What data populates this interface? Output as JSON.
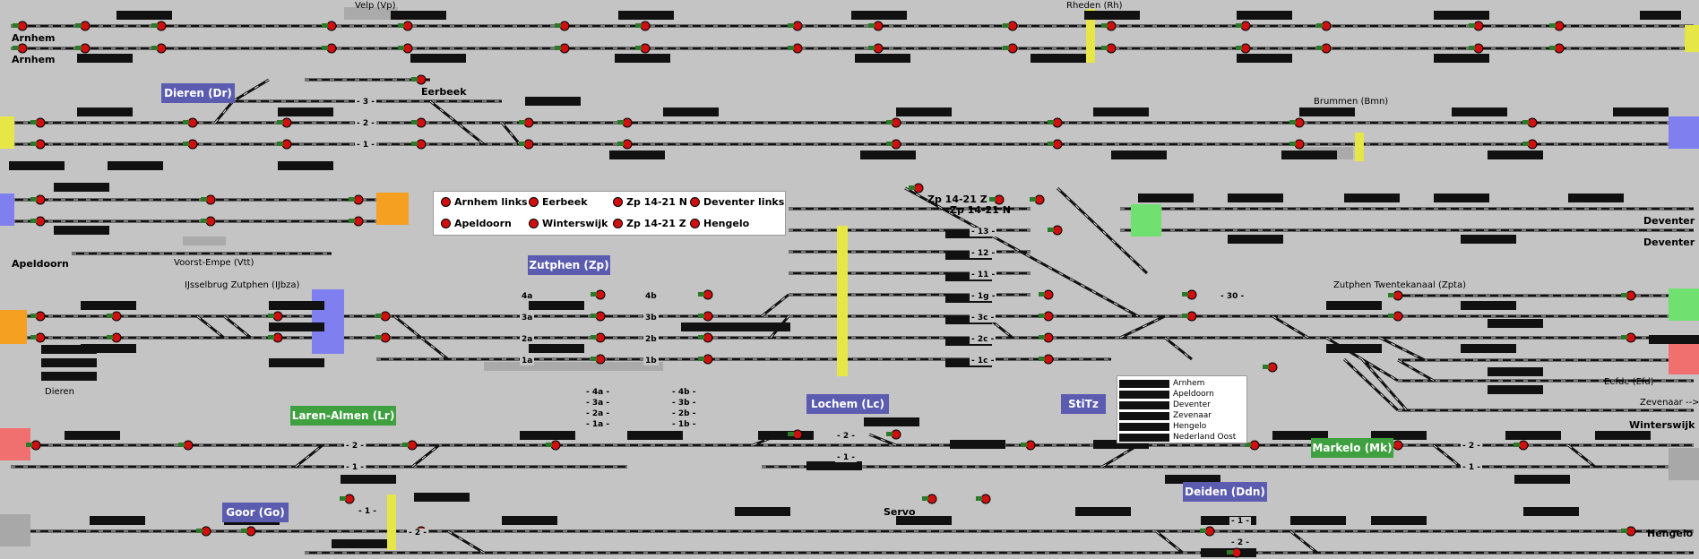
{
  "colors": {
    "station_blue": "#5b5bb0",
    "station_green": "#3fa040",
    "section_yellow": "#e6e646",
    "exit_orange": "#f5a020",
    "exit_blue": "#7f7ff0",
    "exit_green": "#70e070",
    "exit_red": "#f07070",
    "track": "#111111",
    "signal_red": "#d01010"
  },
  "stations": [
    {
      "id": "dieren",
      "label": "Dieren (Dr)",
      "color": "blue"
    },
    {
      "id": "zutphen",
      "label": "Zutphen (Zp)",
      "color": "blue"
    },
    {
      "id": "laren",
      "label": "Laren-Almen (Lr)",
      "color": "green"
    },
    {
      "id": "goor",
      "label": "Goor (Go)",
      "color": "blue"
    },
    {
      "id": "lochem",
      "label": "Lochem (Lc)",
      "color": "blue"
    },
    {
      "id": "deiden",
      "label": "Deiden (Ddn)",
      "color": "blue"
    },
    {
      "id": "markelo",
      "label": "Markelo (Mk)",
      "color": "green"
    },
    {
      "id": "stitz",
      "label": "StiTz",
      "color": "blue"
    }
  ],
  "labels": {
    "velp": "Velp (Vp)",
    "rheden": "Rheden (Rh)",
    "brummen": "Brummen (Bmn)",
    "voorst": "Voorst-Empe (Vtt)",
    "ijsselbrug": "IJsselbrug Zutphen (IJbza)",
    "twentekanaal": "Zutphen Twentekanaal (Zpta)",
    "eefde": "Eefde (Efd)",
    "dieren_small": "Dieren",
    "eerbeek": "Eerbeek",
    "servo": "Servo",
    "zp1421z": "Zp 14-21 Z",
    "zp1421n": "Zp 14-21 N",
    "zevenaar": "Zevenaar -->"
  },
  "endpoints": {
    "arnhem1": "Arnhem",
    "arnhem2": "Arnhem",
    "apeldoorn": "Apeldoorn",
    "deventer1": "Deventer",
    "deventer2": "Deventer",
    "winterswijk": "Winterswijk",
    "hengelo": "Hengelo"
  },
  "legend": [
    "Arnhem links",
    "Eerbeek",
    "Zp 14-21 N",
    "Deventer links",
    "Apeldoorn",
    "Winterswijk",
    "Zp 14-21 Z",
    "Hengelo"
  ],
  "destinations": [
    "Arnhem",
    "Apeldoorn",
    "Deventer",
    "Zevenaar",
    "Hengelo",
    "Nederland Oost"
  ],
  "track_ids": {
    "row1": [
      "- 4a -",
      "- 3a -",
      "- 2a -",
      "- 1a -"
    ],
    "row2": [
      "- 4b -",
      "- 3b -",
      "- 2b -",
      "- 1b -"
    ],
    "zp_tracks": [
      "- 13 -",
      "- 12 -",
      "- 11 -",
      "- 1g -",
      "- 3c -",
      "- 2c -",
      "- 1c -"
    ],
    "platforms_main": [
      "4a",
      "3a",
      "2a",
      "1a",
      "4b",
      "3b",
      "2b",
      "1b"
    ],
    "laren": [
      "- 2 -",
      "- 1 -"
    ],
    "lochem": [
      "- 2 -",
      "- 1 -"
    ],
    "goor": [
      "- 1 -",
      "- 2 -"
    ],
    "deiden": [
      "- 1 -",
      "- 2 -"
    ],
    "markelo": [
      "- 2 -",
      "- 1 -"
    ],
    "dieren": [
      "- 3 -",
      "- 2 -",
      "- 1 -"
    ],
    "eefde": "- 30 -"
  }
}
